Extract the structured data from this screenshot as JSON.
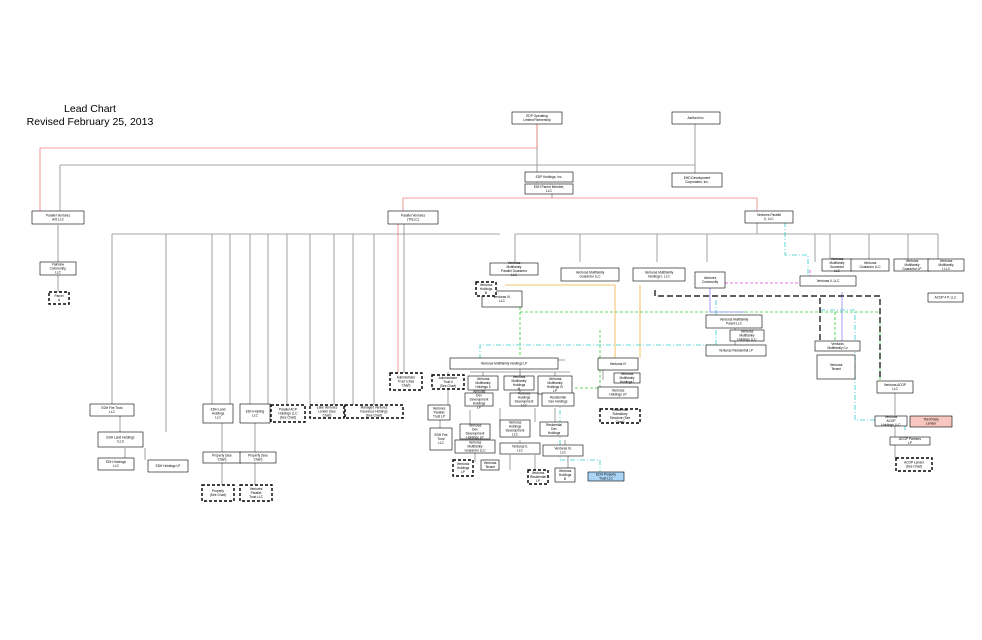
{
  "title": {
    "line1": "Lead Chart",
    "line2": "Revised February 25, 2013"
  },
  "colors": {
    "line": "#8a8a8a",
    "red": "#f08080",
    "orange": "#f0b040",
    "green": "#33cc33",
    "cyan": "#33cccc",
    "magenta": "#dd44dd",
    "violet": "#8888ee",
    "black": "#000000",
    "highlight_blue": "#a9d4f5",
    "highlight_pink": "#f7c6bf"
  },
  "entities": {
    "op_partnership": "EDP Operating Limited Partnership",
    "parent_inc": "Ashford Inc.",
    "edp_holdings": "EDP Holdings, Inc.",
    "edp_member": "EDH Parent Member, LLC",
    "dev_inc": "EHD Development Corporation, Inc.",
    "lead_llc": "Parallel Ventures A/S LLC",
    "parallel": "Parallel Ventures (TriLLC)",
    "ventures_ii": "Ventures Parallel II, LLC",
    "cmty": "Fairview Community, LLC",
    "parcel": "Parcel A",
    "ventures_cmty": "Ventures Community",
    "v_mf_parallel": "Venturas Multifamily Parallel Guarantor LLC",
    "v_mf_guarantor": "Venturas Multifamily Guarantor LLC",
    "v_mf_holdings": "Venturas Multifamily Holdings I, LLC",
    "v_mf_guar_b": "Venturas Multifamily Guarantor LLC",
    "v_mf_guar_c": "Venturas Guarantor LLC",
    "v_mf_guar_d": "Venturas Multifamily Guarantor LP",
    "v_mf_i": "Venturas Multifamily I, LLC",
    "v_mf_ii": "Venturas II, LLC",
    "v_mf_iii": "Venturas III, LLC",
    "v_mf_iv": "Venturas IV",
    "v_hold_b": "Venturas Holdings B",
    "v_ag": "ACOP 4 P, LLC",
    "v_parent": "Venturas Multifamily Parent LLC",
    "v_mf_hold_b": "Venturas Multifamily Holdings LLC",
    "v_residual": "Venturas Residential LP",
    "v_gp": "Venturas Multifamily Holdings LP",
    "v_sub_a": "Venturas Multifamily Holdings I",
    "v_sub_b": "Venturas Multifamily Holdings II",
    "v_sub_c": "Venturas Multifamily Holdings III",
    "v_lp_sub": "Venturas Multifamily Holdings IV LP",
    "v_dev_a": "Venturas Dev Development Holdings LP",
    "v_dev_b": "Venturas Holdings Development LLC",
    "v_resid_dev": "Residential Dev Holdings",
    "v_tenant": "Venturas Tenant",
    "v_mf_co": "Venturas Multifamily Co",
    "v_gp_b": "Venturas Holdings LP",
    "v_venture_llc": "Venturas ACOP LLC",
    "v_holding_llc": "Venturas ACOP Holdings LLC",
    "third_party": "Third Party Lender",
    "acop_llc": "ACOP Partners LP",
    "acop_lender": "ACOP Lender (See Chart)",
    "edh_fire": "EDH Fire Trust LLC",
    "edh_land": "EDH Land Holdings I LLC",
    "edh_holdings_b": "EDH Holdings LLC",
    "edh_holdings_c": "EDH Holdings LP",
    "edh_land_b": "EDH Land Holdings LLC",
    "edh_holding_d": "EDH Holding LLC",
    "mgr_a": "Administrator Trust I (See Chart)",
    "mgr_b": "Administrator Trust II (See Chart)",
    "bfc_a": "Parallel ACP Holdings LLC (See Chart)",
    "bfc_b": "Lake Ventures Lender (See Chart)",
    "bfc_c": "Managed Ventures Insurance Holdings (See Chart)",
    "lnd_a": "Ventures Parallel Trust LLC",
    "lnd_b": "Ventures Parallel Trust LP",
    "asset_a": "Property (See Chart)",
    "asset_b": "Property (See Chart)",
    "asset_c": "Property (See Chart)",
    "asset_d": "Residential Subsidiary Structure (See Chart)",
    "blue_box": "EDH Property Trust LLC"
  }
}
